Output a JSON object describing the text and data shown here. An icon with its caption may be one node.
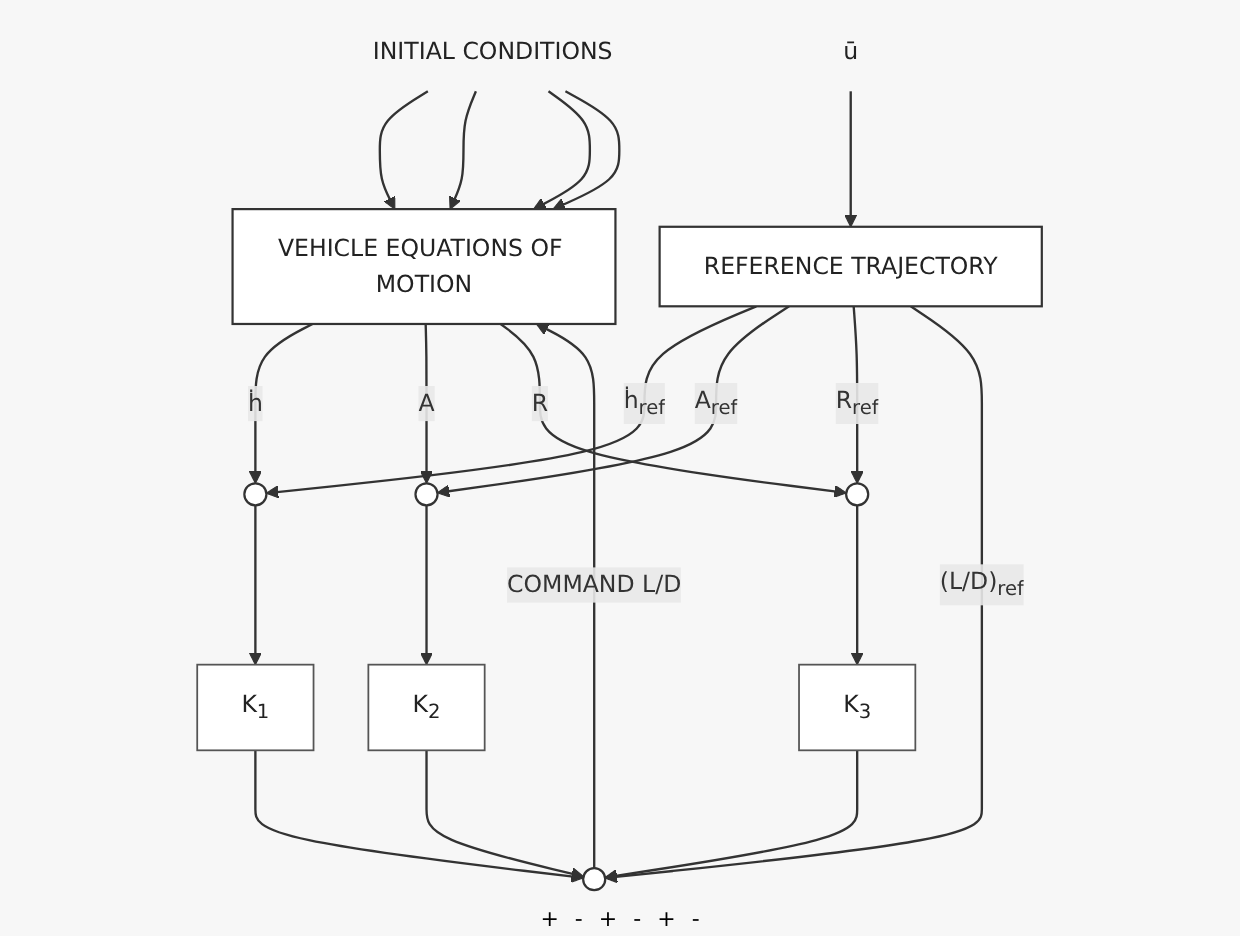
{
  "diagram": {
    "nodes": [
      {
        "text": [
          "VEHICLE EQUATIONS OF MOTION"
        ]
      },
      {
        "text": [
          "REFERENCE TRAJECTORY"
        ]
      },
      {
        "text": [],
        "shape": "circle"
      },
      {
        "text": [],
        "shape": "circle"
      },
      {
        "text": [],
        "shape": "circle"
      },
      {
        "text": [],
        "shape": "circle"
      },
      {
        "text": [
          "K$_{1}$"
        ]
      },
      {
        "text": [
          "K$_{2}$"
        ]
      },
      {
        "text": [
          "K$_{3}$"
        ]
      },
      {
        "text": [
          "INITIAL CONDITIONS"
        ]
      },
      {
        "text": [
          "ū"
        ]
      }
    ],
    "edges": [
      {
        "from": 9,
        "to": 0,
        "arrow": "to"
      },
      {
        "from": 9,
        "to": 0,
        "arrow": "to"
      },
      {
        "from": 9,
        "to": 0,
        "arrow": "to"
      },
      {
        "from": 9,
        "to": 0,
        "arrow": "to"
      },
      {
        "from": 2,
        "to": 0,
        "arrow": "to",
        "label": "COMMAND L/D"
      },
      {
        "from": 0,
        "to": 3,
        "arrow": "to",
        "label": "ḣ"
      },
      {
        "from": 0,
        "to": 4,
        "arrow": "to",
        "label": "A"
      },
      {
        "from": 0,
        "to": 5,
        "arrow": "to",
        "label": "R"
      },
      {
        "from": 1,
        "to": 3,
        "arrow": "to",
        "label": "ḣ$_{ref}$"
      },
      {
        "from": 1,
        "to": 4,
        "arrow": "to",
        "label": "A$_{ref}$"
      },
      {
        "from": 1,
        "to": 5,
        "arrow": "to",
        "label": "R$_{ref}$"
      },
      {
        "from": 3,
        "to": 6,
        "arrow": "to"
      },
      {
        "from": 4,
        "to": 7,
        "arrow": "to"
      },
      {
        "from": 5,
        "to": 8,
        "arrow": "to"
      },
      {
        "from": 6,
        "to": 2,
        "arrow": "to"
      },
      {
        "from": 7,
        "to": 2,
        "arrow": "to"
      },
      {
        "from": 8,
        "to": 2,
        "arrow": "to"
      },
      {
        "from": 1,
        "to": 2,
        "arrow": "to",
        "label": "(L/D)$_{ref}$"
      },
      {
        "from": 10,
        "to": 1,
        "arrow": "to"
      }
    ],
    "labels": [
      "+",
      "-",
      "+",
      "-",
      "+",
      "-"
    ]
  }
}
